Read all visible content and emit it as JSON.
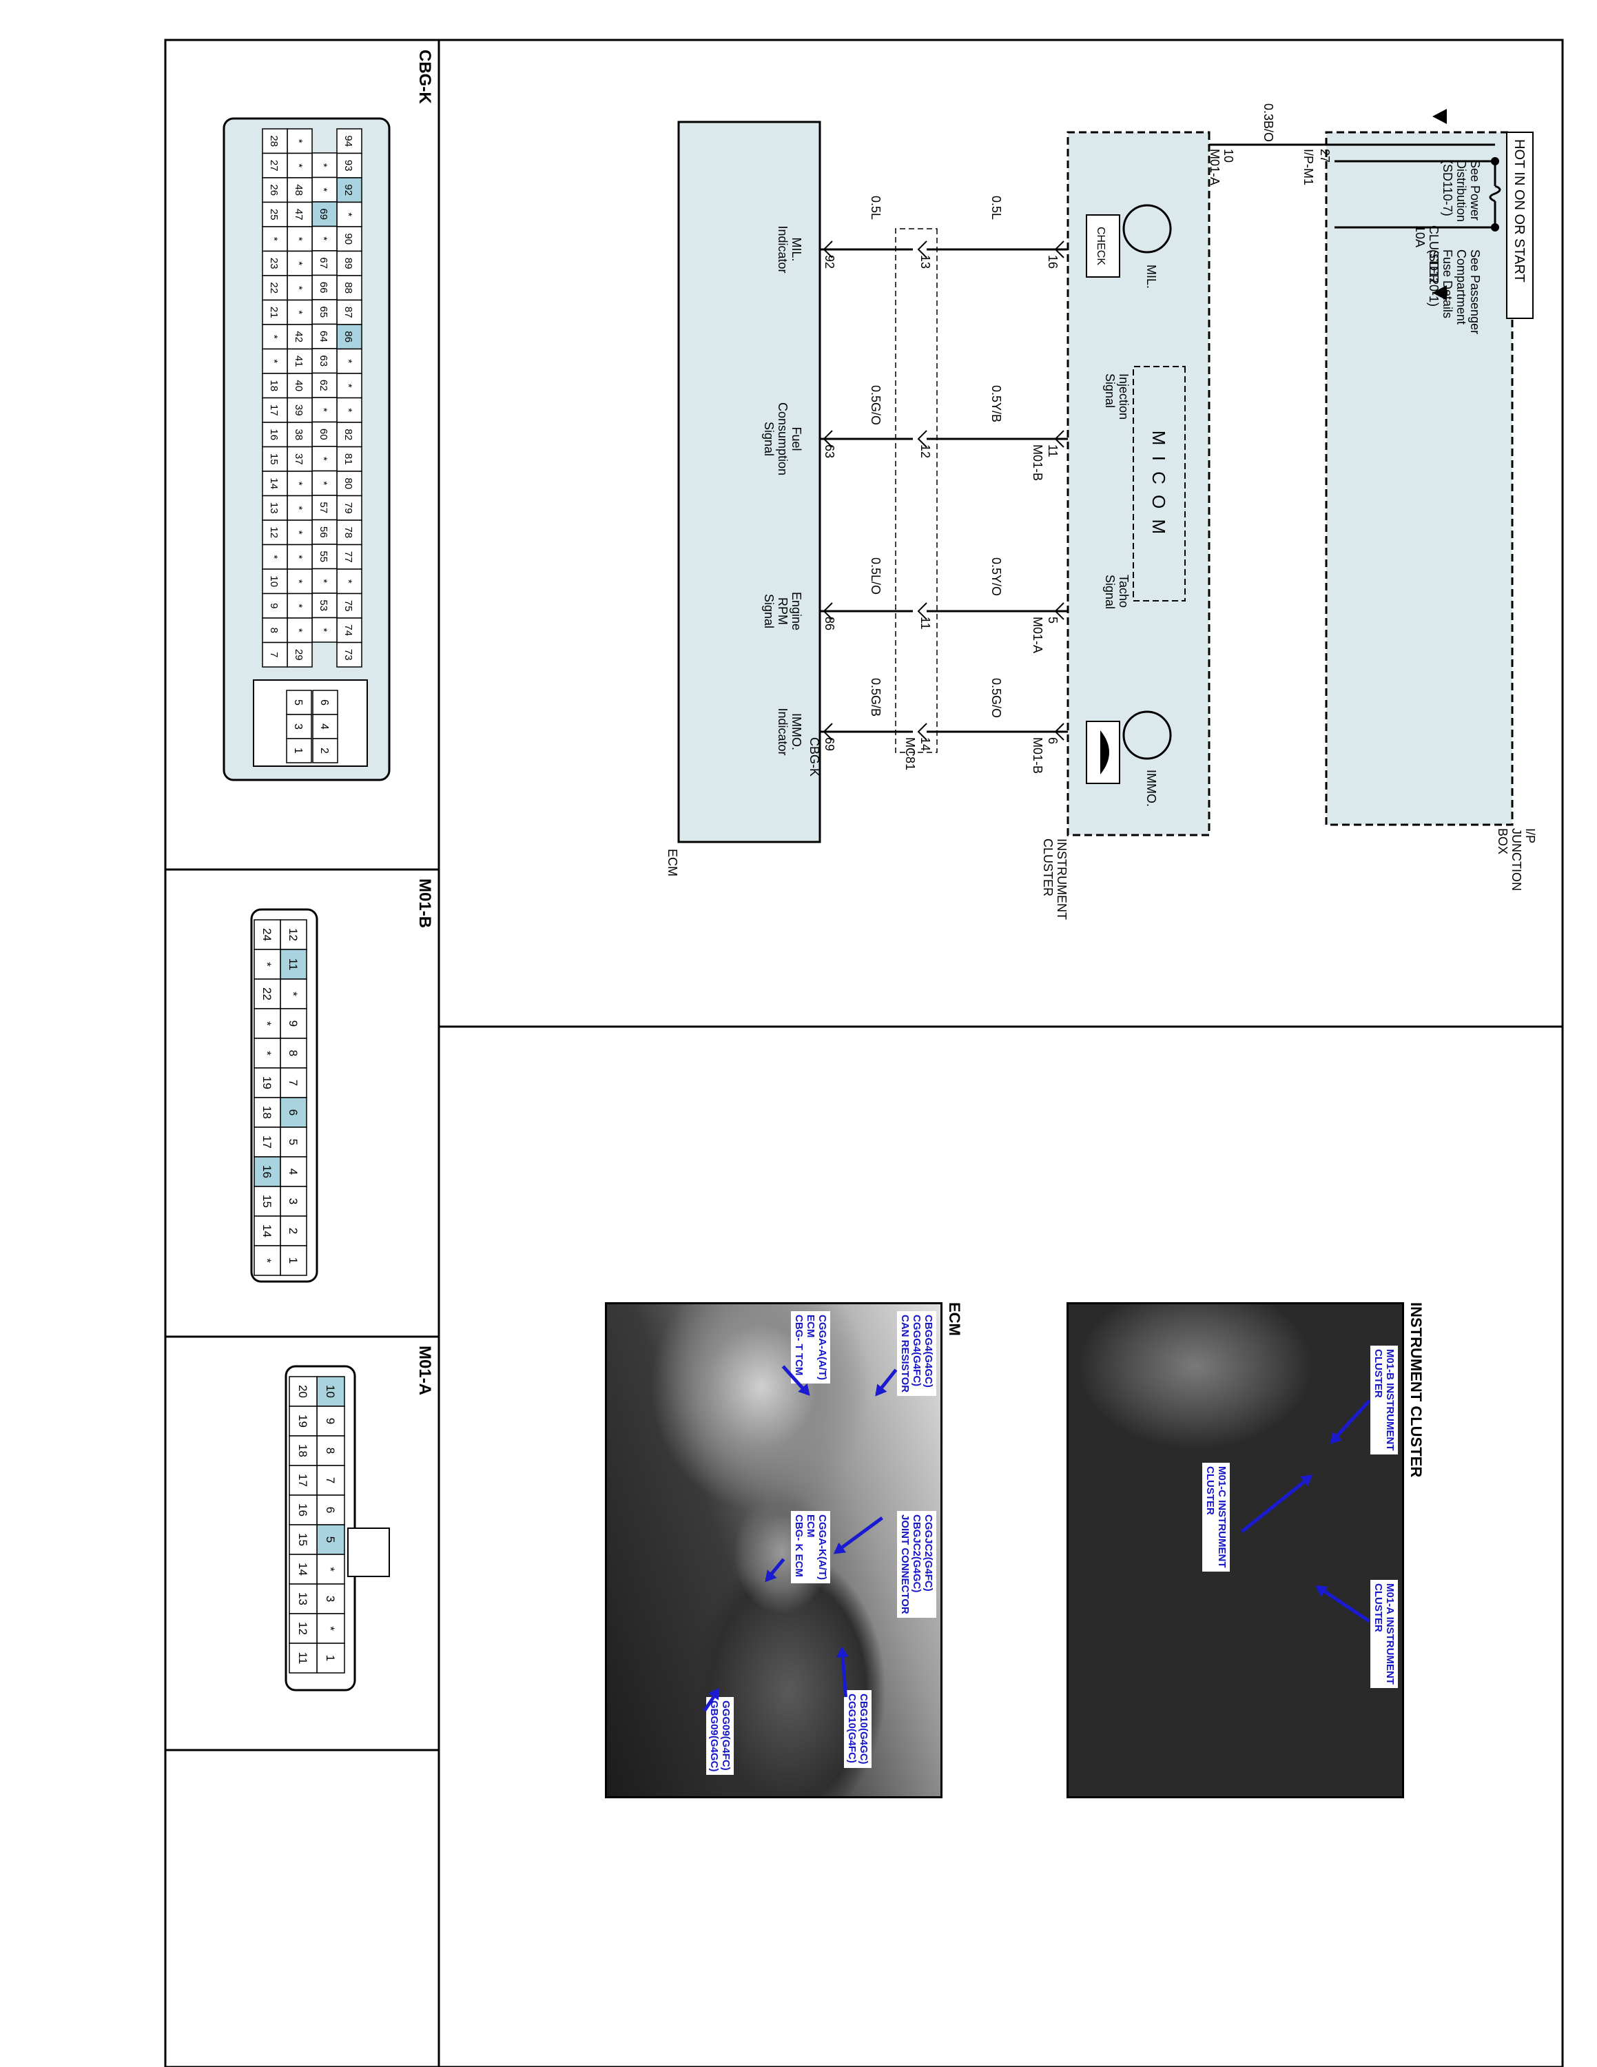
{
  "schematic": {
    "supply_label": "HOT IN ON OR START",
    "see_power_distribution": [
      "See Power",
      "Distribution",
      "(SD110-7)"
    ],
    "fuse_name": [
      "CLUSTER",
      "10A"
    ],
    "see_passenger_fuse": [
      "See Passenger",
      "Compartment",
      "Fuse Details",
      "(SD120-1)"
    ],
    "junction_box": [
      "I/P",
      "JUNCTION",
      "BOX"
    ],
    "jb_pin": "27",
    "jb_connector": "I/P-M1",
    "feed_wire": "0.3B/O",
    "cluster_name": [
      "INSTRUMENT",
      "CLUSTER"
    ],
    "cluster_feed_pin": "10",
    "cluster_feed_connector": "M01-A",
    "mil_label": "MIL.",
    "check_label": "CHECK",
    "immo_label": "IMMO.",
    "micom_label": "M I C O M",
    "injection_signal": [
      "Injection",
      "Signal"
    ],
    "tacho_signal": [
      "Tacho",
      "Signal"
    ],
    "ecm_name": "ECM",
    "circuits": [
      {
        "cluster_pin": "16",
        "cluster_conn": "",
        "wire1": "0.5L",
        "mid_pin": "13",
        "mid_conn": "",
        "wire2": "0.5L",
        "ecm_pin": "92",
        "ecm_conn": "",
        "ecm_func": [
          "MIL.",
          "Indicator"
        ]
      },
      {
        "cluster_pin": "11",
        "cluster_conn": "M01-B",
        "wire1": "0.5Y/B",
        "mid_pin": "12",
        "mid_conn": "",
        "wire2": "0.5G/O",
        "ecm_pin": "63",
        "ecm_conn": "",
        "ecm_func": [
          "Fuel",
          "Consumption",
          "Signal"
        ]
      },
      {
        "cluster_pin": "5",
        "cluster_conn": "M01-A",
        "wire1": "0.5Y/O",
        "mid_pin": "11",
        "mid_conn": "",
        "wire2": "0.5L/O",
        "ecm_pin": "86",
        "ecm_conn": "",
        "ecm_func": [
          "Engine",
          "RPM",
          "Signal"
        ]
      },
      {
        "cluster_pin": "6",
        "cluster_conn": "M01-B",
        "wire1": "0.5G/O",
        "mid_pin": "14",
        "mid_conn": "MC81",
        "wire2": "0.5G/B",
        "ecm_pin": "69",
        "ecm_conn": "CBG-K",
        "ecm_func": [
          "IMMO.",
          "Indicator"
        ]
      }
    ]
  },
  "connectors": {
    "cbgk": {
      "title": "CBG-K",
      "rows": [
        [
          "94",
          "93",
          "92",
          "*",
          "90",
          "89",
          "88",
          "87",
          "86",
          "*",
          "*",
          "*",
          "82",
          "81",
          "80",
          "79",
          "78",
          "77",
          "*",
          "75",
          "74",
          "73"
        ],
        [
          "*",
          "*",
          "69",
          "*",
          "67",
          "66",
          "65",
          "64",
          "63",
          "62",
          "*",
          "60",
          "*",
          "*",
          "57",
          "56",
          "55",
          "*",
          "53",
          "*"
        ],
        [
          "*",
          "*",
          "48",
          "47",
          "*",
          "*",
          "*",
          "*",
          "42",
          "41",
          "40",
          "39",
          "38",
          "37",
          "*",
          "*",
          "*",
          "*",
          "*",
          "*",
          "*",
          "29"
        ],
        [
          "28",
          "27",
          "26",
          "25",
          "*",
          "23",
          "22",
          "21",
          "*",
          "*",
          "18",
          "17",
          "16",
          "15",
          "14",
          "13",
          "12",
          "*",
          "10",
          "9",
          "8",
          "7"
        ]
      ],
      "small": [
        [
          "6",
          "5"
        ],
        [
          "4",
          "3"
        ],
        [
          "2",
          "1"
        ]
      ],
      "highlighted": [
        "92",
        "69",
        "86"
      ]
    },
    "m01b": {
      "title": "M01-B",
      "rows": [
        [
          "12",
          "11",
          "*",
          "9",
          "8",
          "7",
          "6",
          "5",
          "4",
          "3",
          "2",
          "1"
        ],
        [
          "24",
          "*",
          "22",
          "*",
          "*",
          "19",
          "18",
          "17",
          "16",
          "15",
          "14",
          "*"
        ]
      ],
      "highlighted": [
        "11",
        "6",
        "16"
      ]
    },
    "m01a": {
      "title": "M01-A",
      "rows": [
        [
          "10",
          "9",
          "8",
          "7",
          "6",
          "5",
          "*",
          "3",
          "*",
          "1"
        ],
        [
          "20",
          "19",
          "18",
          "17",
          "16",
          "15",
          "14",
          "13",
          "12",
          "11"
        ]
      ],
      "highlighted": [
        "10",
        "5"
      ]
    }
  },
  "photos": {
    "cluster": {
      "title": "INSTRUMENT CLUSTER",
      "labels": [
        [
          "M01-B INSTRUMENT",
          "CLUSTER"
        ],
        [
          "M01-C INSTRUMENT",
          "CLUSTER"
        ],
        [
          "M01-A INSTRUMENT",
          "CLUSTER"
        ]
      ]
    },
    "ecm": {
      "title": "ECM",
      "labels": [
        [
          "CBGG4(G4GC)",
          "CGGG4(G4FC)",
          "CAN RESISTOR"
        ],
        [
          "CGGA-A(A/T)",
          "ECM",
          "CBG- T TCM"
        ],
        [
          "CGGJC2(G4FC)",
          "CBGJC2(G4GC)",
          "JOINT CONNECTOR"
        ],
        [
          "CGGA-K(A/T)",
          "ECM",
          "CBG- K ECM"
        ],
        [
          "CBG10(G4GC)",
          "CGG10(G4FC)"
        ],
        [
          "GGG09(G4FC)",
          "GBG09(G4GC)"
        ]
      ]
    }
  },
  "colors": {
    "box_fill": "#dce9ec",
    "pin_highlight": "#a9d4df",
    "callout_text": "#1515c8",
    "callout_arrow": "#1a1ad0"
  }
}
